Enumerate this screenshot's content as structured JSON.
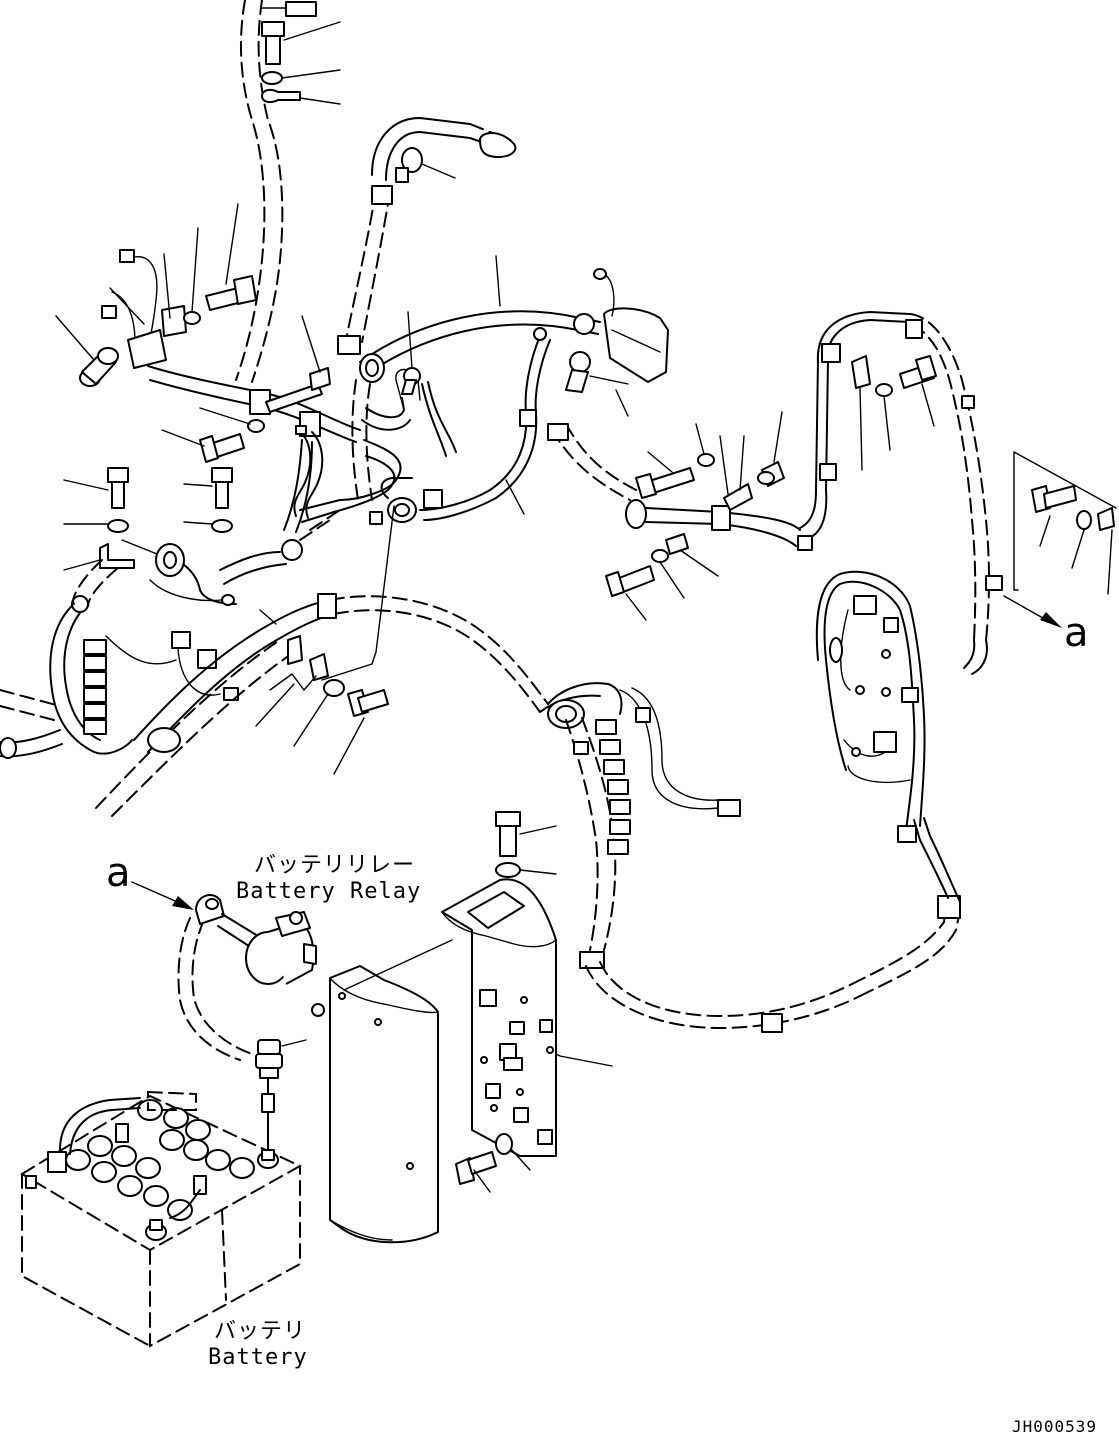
{
  "labels": {
    "battery_relay_jp": "バッテリリレー",
    "battery_relay_en": "Battery Relay",
    "battery_jp": "バッテリ",
    "battery_en": "Battery",
    "detail_ref_top": "a",
    "detail_ref_left": "a"
  },
  "drawing_code": "JH000539",
  "icons": {
    "arrow": "arrow-icon",
    "bolt": "bolt-icon",
    "washer": "washer-icon",
    "clamp": "clamp-icon"
  }
}
